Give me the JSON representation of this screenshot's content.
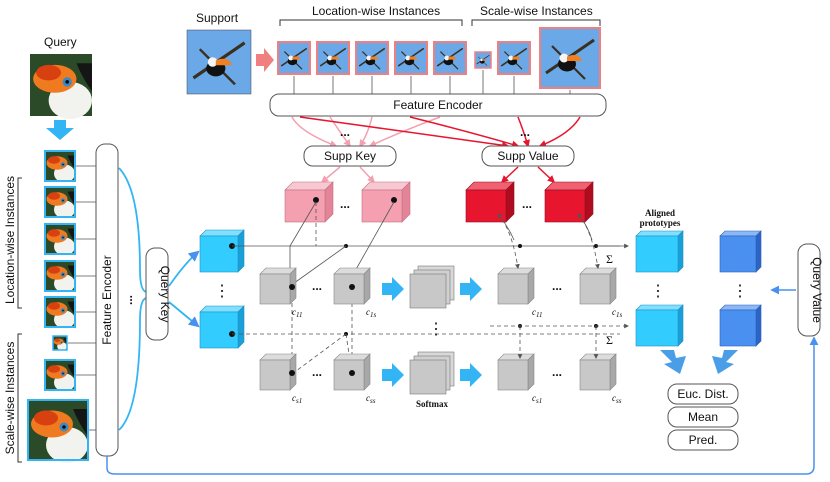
{
  "labels": {
    "query": "Query",
    "support": "Support",
    "location_wise_top": "Location-wise Instances",
    "scale_wise_top": "Scale-wise Instances",
    "feature_encoder_top": "Feature Encoder",
    "feature_encoder_left": "Feature Encoder",
    "location_wise_left": "Location-wise Instances",
    "scale_wise_left": "Scale-wise Instances",
    "query_key": "Query Key",
    "supp_key": "Supp Key",
    "supp_value": "Supp Value",
    "query_value": "Query Value",
    "aligned_prototypes_1": "Aligned",
    "aligned_prototypes_2": "prototypes",
    "softmax": "Softmax",
    "euc_dist": "Euc. Dist.",
    "mean": "Mean",
    "pred": "Pred.",
    "ellipsis": "...",
    "vdots": "⋮",
    "sigma": "Σ",
    "c11": "c",
    "c11_sub": "11",
    "c1s": "c",
    "c1s_sub": "1s",
    "cs1": "c",
    "cs1_sub": "s1",
    "css": "c",
    "css_sub": "ss"
  },
  "colors": {
    "query_feature": "#33ccff",
    "supp_key": "#f4a0b0",
    "supp_value": "#e8152f",
    "aligned": "#33ccff",
    "query_value_out": "#4a90f0",
    "gray": "#c8c8c8",
    "arrow_blue": "#33b5f5",
    "arrow_pink": "#f08080"
  }
}
